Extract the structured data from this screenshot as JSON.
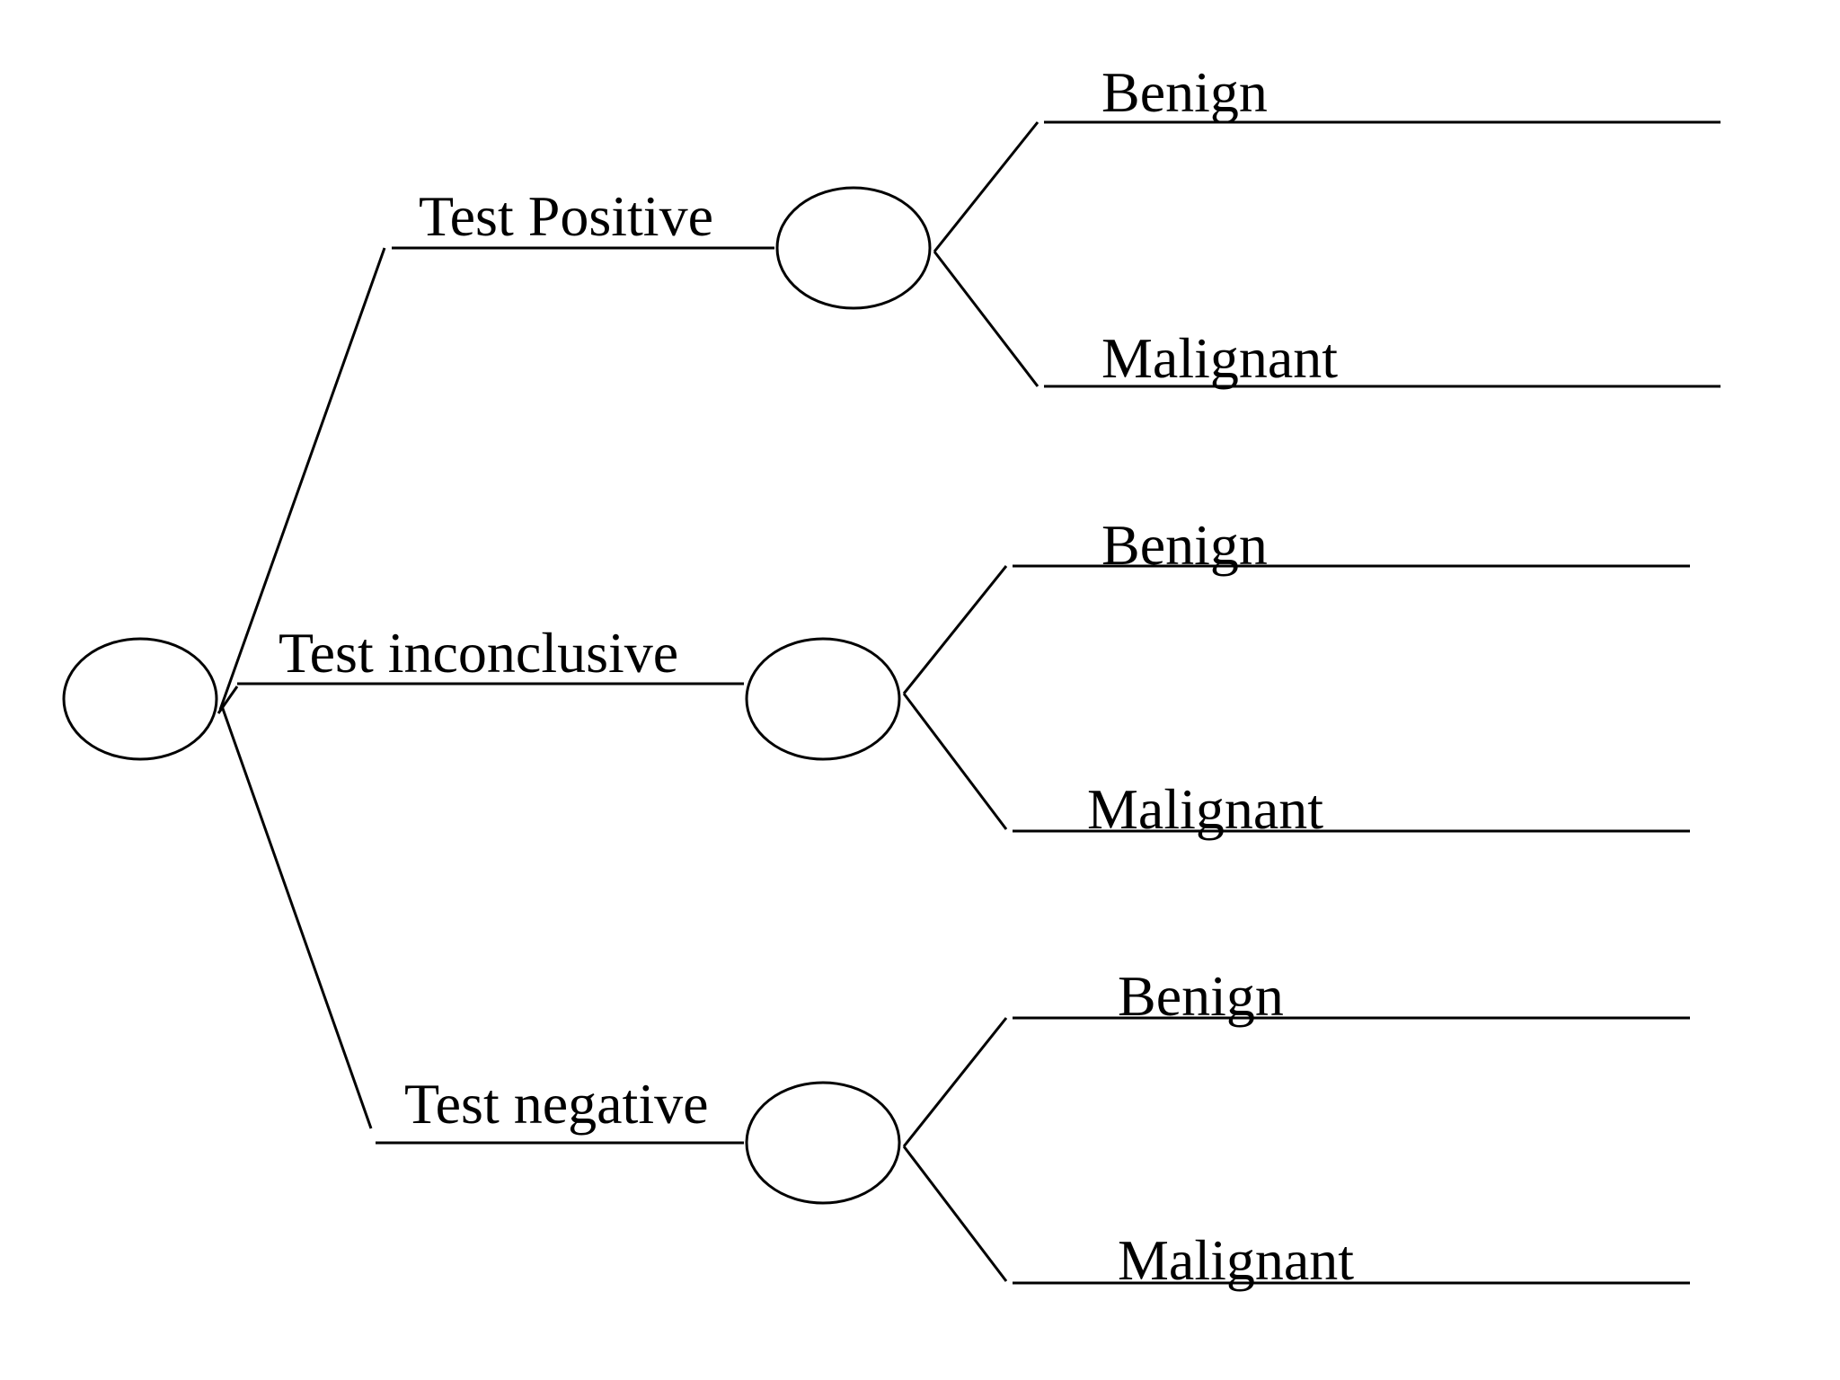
{
  "diagram": {
    "branches": [
      {
        "label": "Test Positive",
        "outcomes": [
          {
            "label": "Benign"
          },
          {
            "label": "Malignant"
          }
        ]
      },
      {
        "label": "Test inconclusive",
        "outcomes": [
          {
            "label": "Benign"
          },
          {
            "label": "Malignant"
          }
        ]
      },
      {
        "label": "Test negative",
        "outcomes": [
          {
            "label": "Benign"
          },
          {
            "label": "Malignant"
          }
        ]
      }
    ]
  }
}
